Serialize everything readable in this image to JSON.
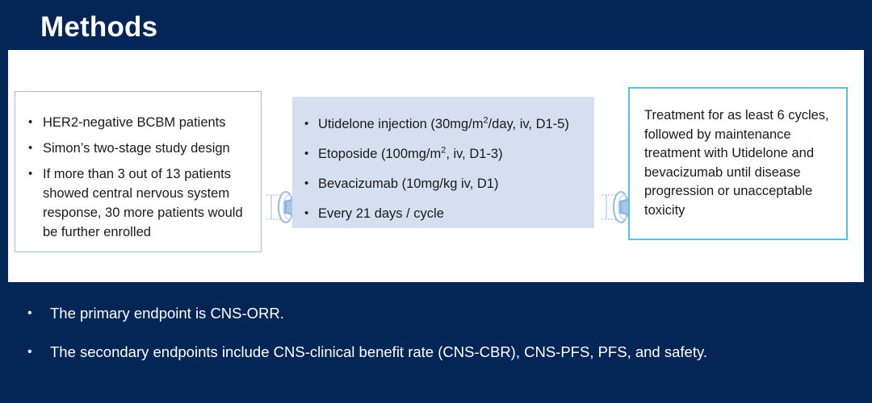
{
  "slide": {
    "title": "Methods",
    "background_color": "#042656",
    "panel_color": "#ffffff"
  },
  "flow": {
    "box_one": {
      "border_color": "#a8bcd8",
      "items": [
        "HER2-negative BCBM patients",
        "Simon’s two-stage study design",
        "If more than 3 out of 13 patients showed central nervous system response, 30 more patients would be further enrolled"
      ]
    },
    "box_two": {
      "fill_color": "#d6dff0",
      "items": [
        {
          "prefix": "Utidelone injection (30mg/m",
          "sup": "2",
          "suffix": "/day, iv, D1-5)"
        },
        {
          "prefix": "Etoposide (100mg/m",
          "sup": "2",
          "suffix": ", iv, D1-3)"
        },
        {
          "prefix": "Bevacizumab (10mg/kg iv, D1)",
          "sup": "",
          "suffix": ""
        },
        {
          "prefix": "Every 21 days / cycle",
          "sup": "",
          "suffix": ""
        }
      ]
    },
    "box_three": {
      "border_color": "#4fc3e8",
      "text": "Treatment for as least 6 cycles, followed by maintenance treatment with Utidelone and bevacizumab until disease progression or unacceptable toxicity"
    },
    "arrows": [
      {
        "name": "arrow-right-icon-1"
      },
      {
        "name": "arrow-right-icon-2"
      }
    ]
  },
  "endpoints": [
    "The primary endpoint is CNS-ORR.",
    "The secondary endpoints include CNS-clinical benefit rate (CNS-CBR), CNS-PFS, PFS, and safety."
  ]
}
